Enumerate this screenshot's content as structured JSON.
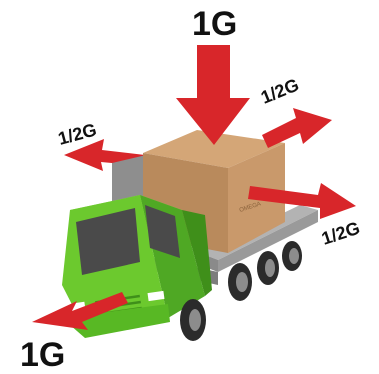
{
  "labels": {
    "top": "1G",
    "upper_right": "1/2G",
    "left": "1/2G",
    "right": "1/2G",
    "bottom": "1G"
  },
  "colors": {
    "arrow": "#d8262a",
    "truck_body": "#6cc92e",
    "truck_dark": "#3f8f1a",
    "cargo_box": "#b98a5c",
    "flatbed": "#9a9a9a",
    "tire": "#2b2b2b"
  }
}
